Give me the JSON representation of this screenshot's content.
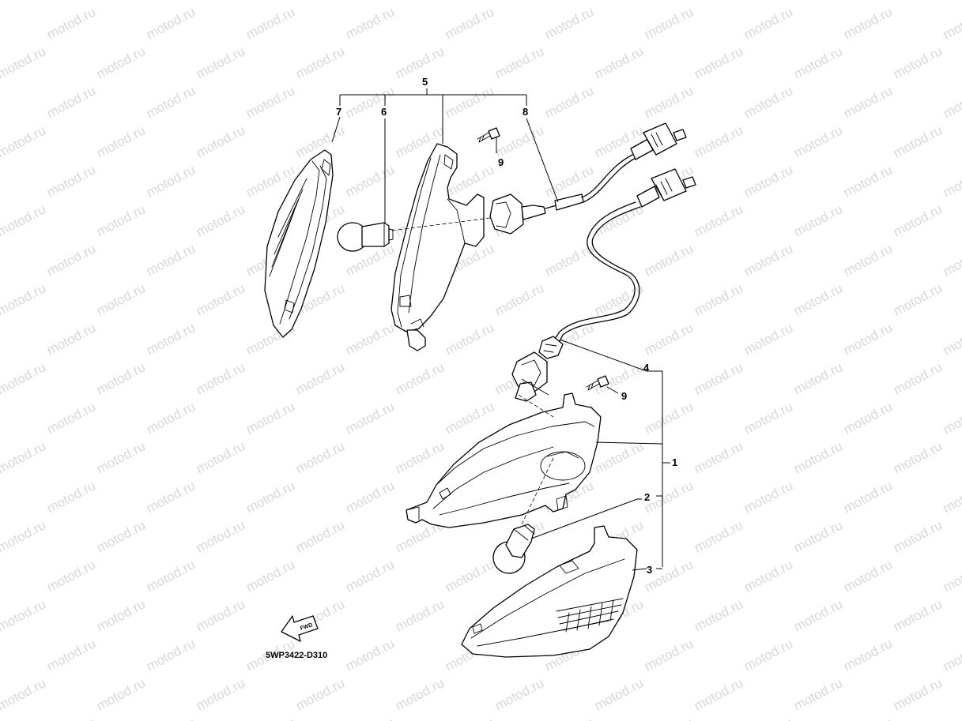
{
  "diagram": {
    "watermark_text": "motod.ru",
    "part_code": "5WP3422-D310",
    "fwd_label": "FWD",
    "callouts": {
      "c1": "1",
      "c2": "2",
      "c3": "3",
      "c4": "4",
      "c5": "5",
      "c6": "6",
      "c7": "7",
      "c8": "8",
      "c9a": "9",
      "c9b": "9"
    }
  }
}
